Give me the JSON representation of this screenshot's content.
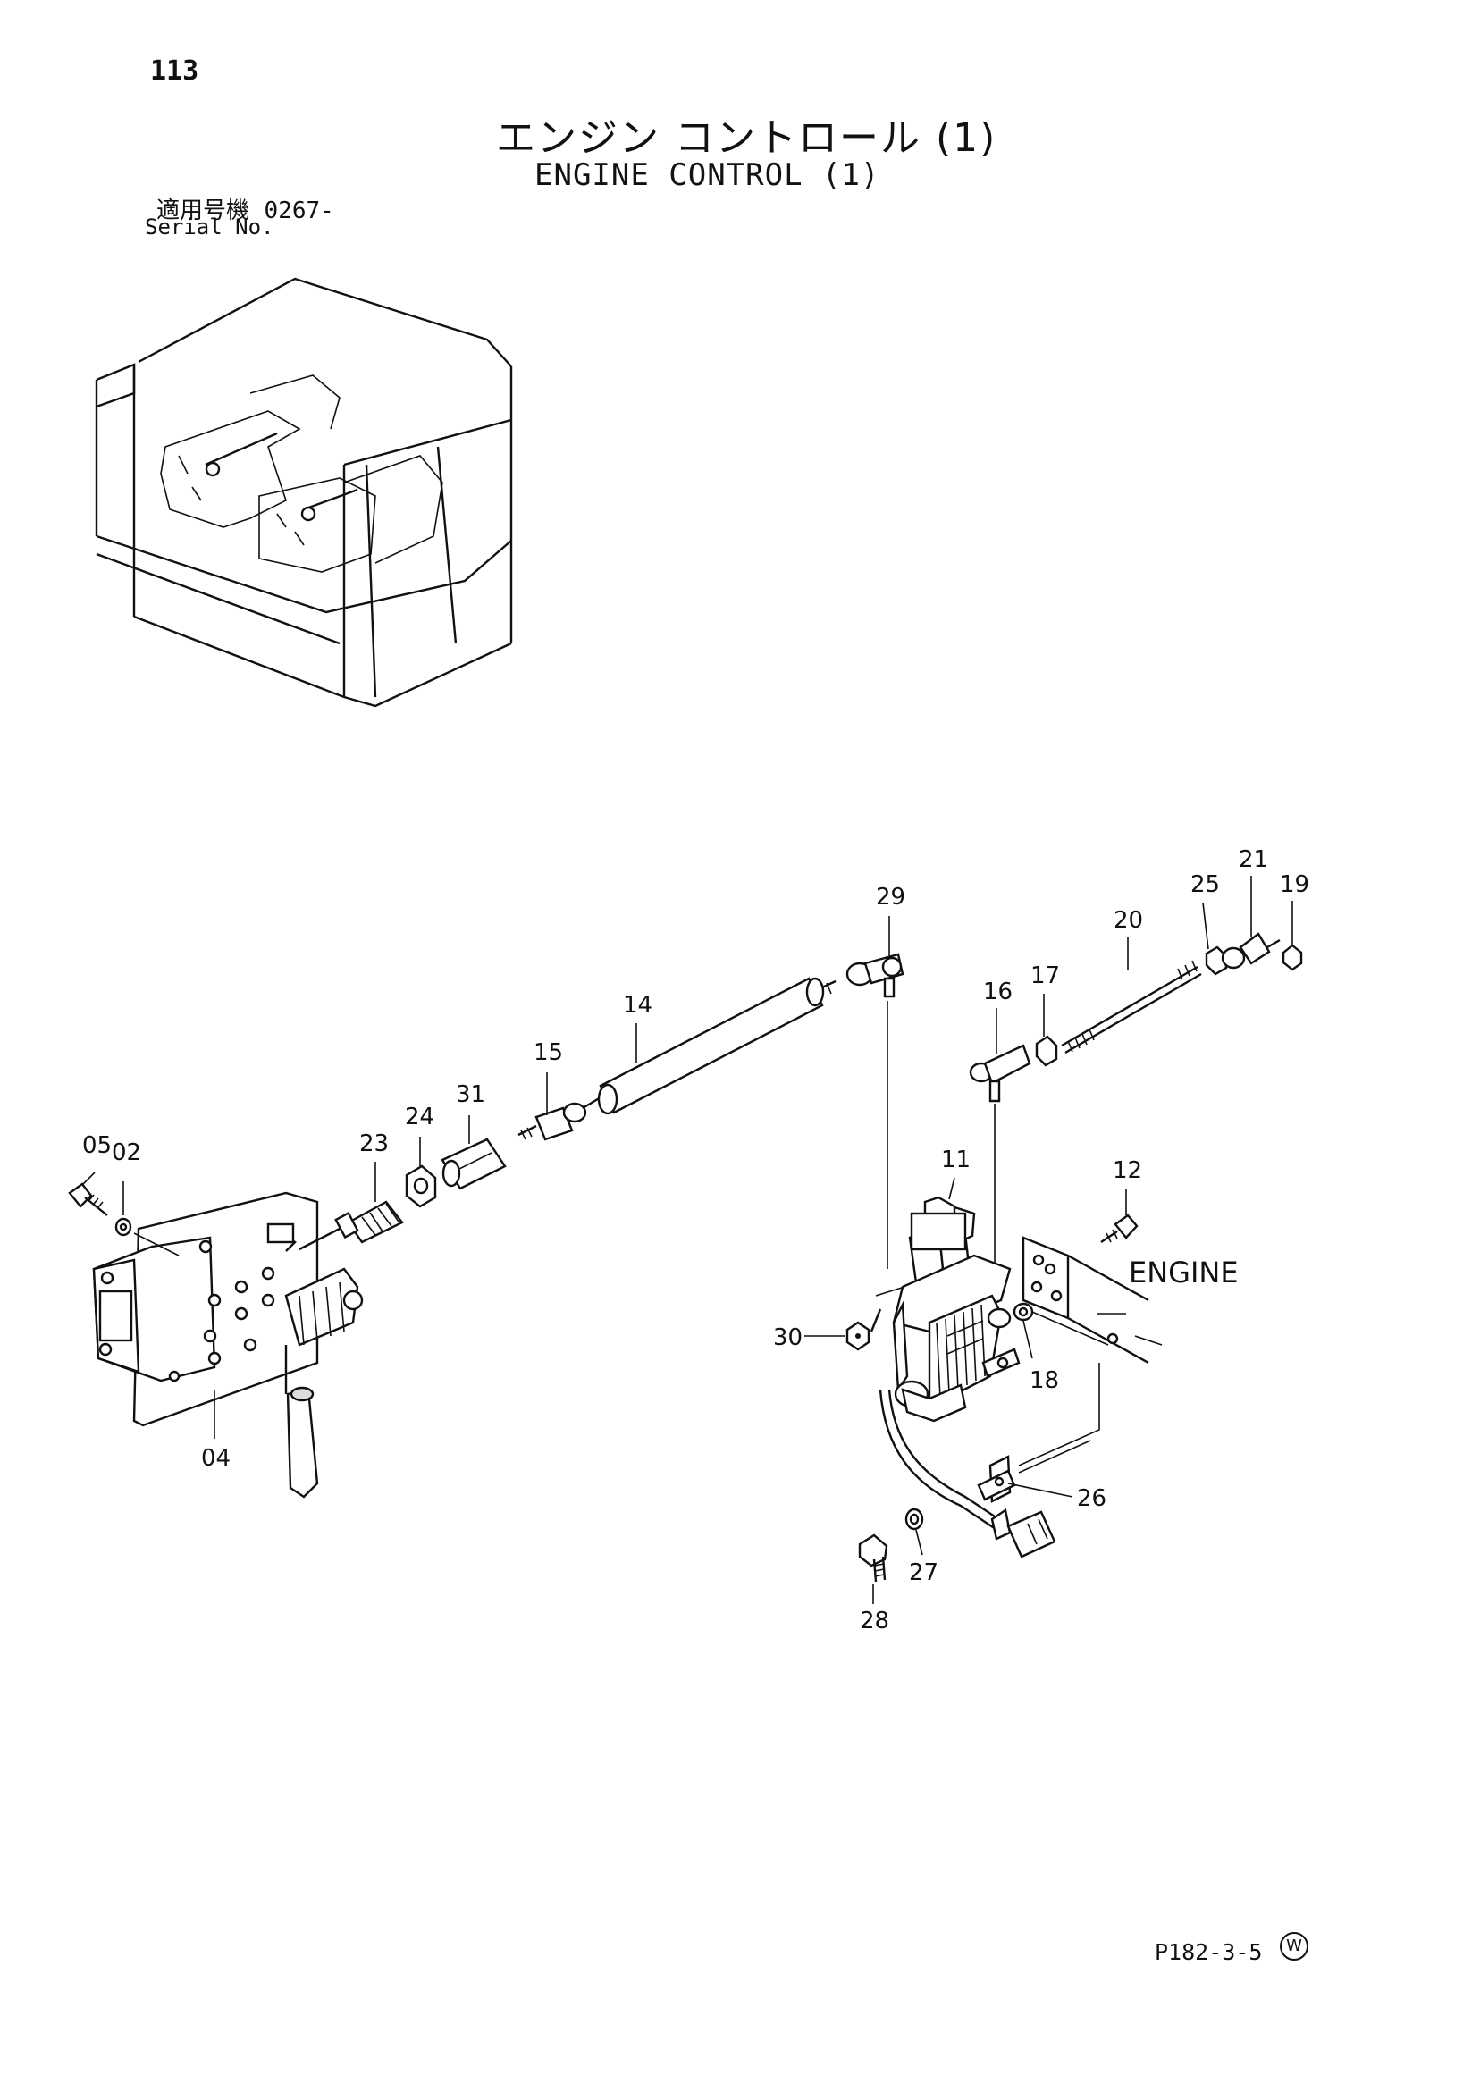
{
  "header": {
    "page_number": "113",
    "title_jp": "エンジン コントロール (1)",
    "title_en": "ENGINE CONTROL (1)",
    "serial_label_jp": "適用号機",
    "serial_value": "0267-",
    "serial_label_en": "Serial No."
  },
  "diagram": {
    "engine_label": "ENGINE",
    "callouts": {
      "c05": "05",
      "c02": "02",
      "c04": "04",
      "c23": "23",
      "c24": "24",
      "c31": "31",
      "c15": "15",
      "c14": "14",
      "c29": "29",
      "c16": "16",
      "c17": "17",
      "c20": "20",
      "c25": "25",
      "c21": "21",
      "c19": "19",
      "c11": "11",
      "c12": "12",
      "c30": "30",
      "c18": "18",
      "c26": "26",
      "c27": "27",
      "c28": "28"
    }
  },
  "footer": {
    "reference_code": "P182-3-5",
    "mark": "W"
  }
}
